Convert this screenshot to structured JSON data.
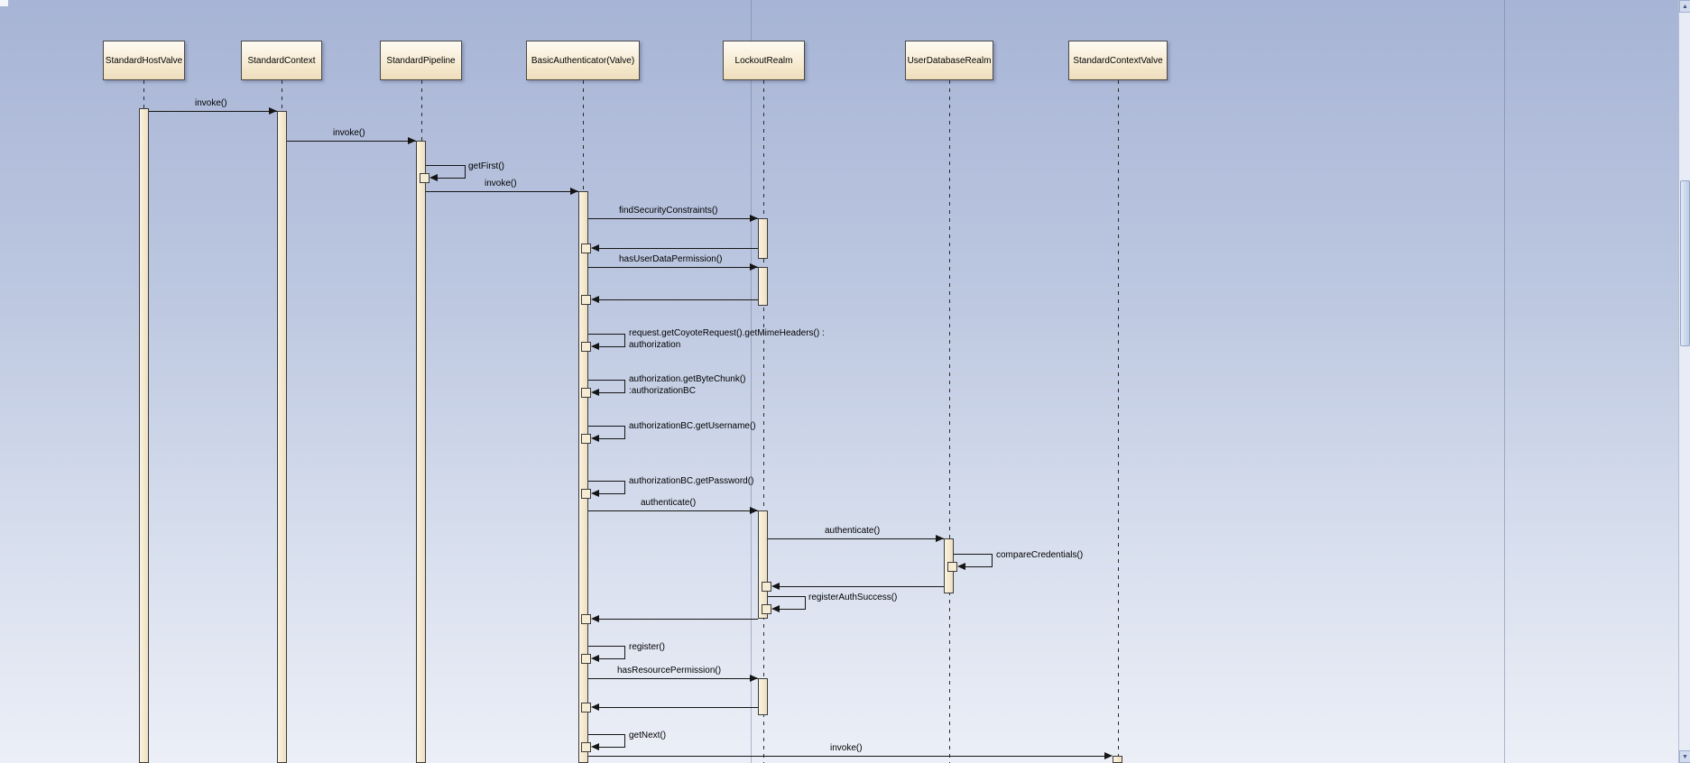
{
  "participants": [
    {
      "name": "StandardHostValve"
    },
    {
      "name": "StandardContext"
    },
    {
      "name": "StandardPipeline"
    },
    {
      "name": "BasicAuthenticator(Valve)"
    },
    {
      "name": "LockoutRealm"
    },
    {
      "name": "UserDatabaseRealm"
    },
    {
      "name": "StandardContextValve"
    }
  ],
  "messages": [
    {
      "label": "invoke()"
    },
    {
      "label": "invoke()"
    },
    {
      "label": "getFirst()"
    },
    {
      "label": "invoke()"
    },
    {
      "label": "findSecurityConstraints()"
    },
    {
      "label": "hasUserDataPermission()"
    },
    {
      "line1": "request.getCoyoteRequest().getMimeHeaders() :",
      "line2": "authorization"
    },
    {
      "line1": "authorization.getByteChunk()",
      "line2": ":authorizationBC"
    },
    {
      "label": "authorizationBC.getUsername()"
    },
    {
      "label": "authorizationBC.getPassword()"
    },
    {
      "label": "authenticate()"
    },
    {
      "label": "authenticate()"
    },
    {
      "label": "compareCredentials()"
    },
    {
      "label": "registerAuthSuccess()"
    },
    {
      "label": "register()"
    },
    {
      "label": "hasResourcePermission()"
    },
    {
      "label": "getNext()"
    },
    {
      "label": "invoke()"
    }
  ],
  "icons": {
    "scroll_up": "▲",
    "scroll_down": "▼"
  },
  "colors": {
    "background_top": "#a7b4d5",
    "background_bottom": "#eceff7",
    "shape_fill": "#f6ecd4",
    "shape_border": "#4a4a4a",
    "line": "#151515",
    "scrollbar_thumb": "#c6d2e9"
  }
}
